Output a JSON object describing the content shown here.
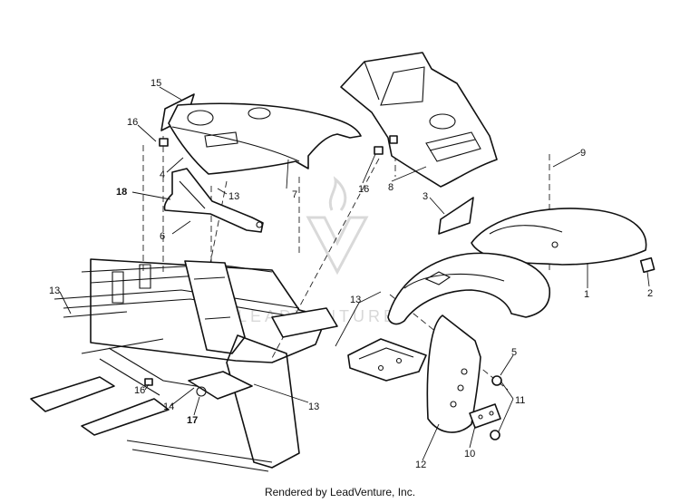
{
  "diagram": {
    "labels": {
      "l1": "1",
      "l2": "2",
      "l3": "3",
      "l4": "4",
      "l5": "5",
      "l6": "6",
      "l7": "7",
      "l8": "8",
      "l9": "9",
      "l10": "10",
      "l11": "11",
      "l12": "12",
      "l13a": "13",
      "l13b": "13",
      "l13c": "13",
      "l13d": "13",
      "l14": "14",
      "l15": "15",
      "l16a": "16",
      "l16b": "16",
      "l16c": "16",
      "l17": "17",
      "l18": "18"
    },
    "watermark": "LEADVENTURE"
  },
  "footer": {
    "credit": "Rendered by LeadVenture, Inc."
  }
}
